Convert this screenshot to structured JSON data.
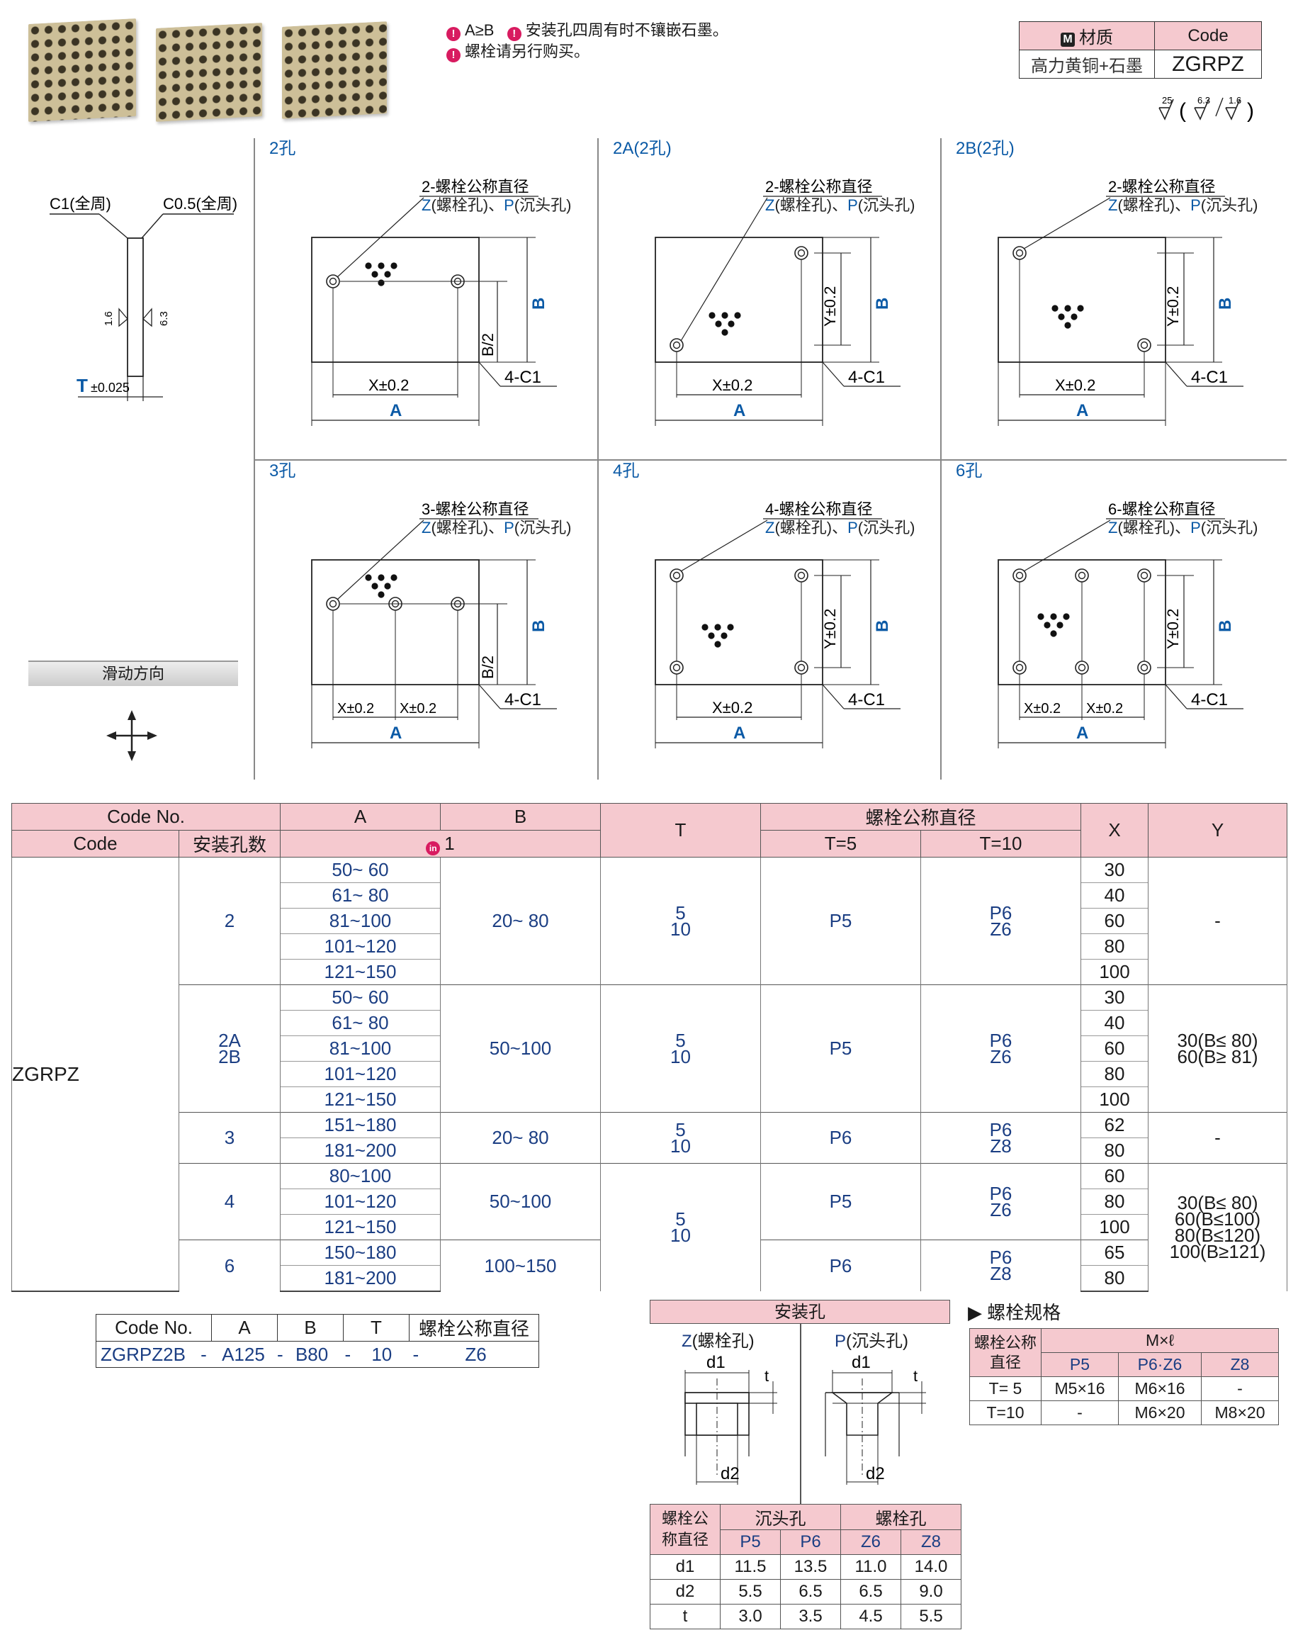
{
  "notes": {
    "line1a": "A≥B",
    "line1b": "安装孔四周有时不镶嵌石墨。",
    "line2": "螺栓请另行购买。"
  },
  "material": {
    "h_label": "材质",
    "h_code": "Code",
    "material": "高力黄铜+石墨",
    "code": "ZGRPZ"
  },
  "surface": {
    "main": "25",
    "a": "6.3",
    "b": "1.6"
  },
  "side_view": {
    "c1": "C1(全周)",
    "c05": "C0.5(全周)",
    "r16": "1.6",
    "r63": "6.3",
    "t_letter": "T",
    "t_tol": "±0.025",
    "slide": "滑动方向"
  },
  "views": [
    {
      "title": "2孔",
      "l1": "2-螺栓公称直径"
    },
    {
      "title": "2A(2孔)",
      "l1": "2-螺栓公称直径"
    },
    {
      "title": "2B(2孔)",
      "l1": "2-螺栓公称直径"
    },
    {
      "title": "3孔",
      "l1": "3-螺栓公称直径"
    },
    {
      "title": "4孔",
      "l1": "4-螺栓公称直径"
    },
    {
      "title": "6孔",
      "l1": "6-螺栓公称直径"
    }
  ],
  "dim_labels": {
    "z": "Z",
    "z_rest": "(螺栓孔)、",
    "p": "P",
    "p_rest": "(沉头孔)",
    "c1": "4-C1",
    "x": "X±0.2",
    "y": "Y±0.2",
    "a": "A",
    "b": "B",
    "b2": "B/2"
  },
  "main_table": {
    "h_codeno": "Code No.",
    "h_a": "A",
    "h_b": "B",
    "h_t": "T",
    "h_bolt": "螺栓公称直径",
    "h_x": "X",
    "h_y": "Y",
    "h_code": "Code",
    "h_holes": "安装孔数",
    "h_unit": "1",
    "h_t5": "T=5",
    "h_t10": "T=10",
    "code": "ZGRPZ",
    "groups": [
      {
        "holes": [
          "2"
        ],
        "a": [
          "50~ 60",
          "61~ 80",
          "81~100",
          "101~120",
          "121~150"
        ],
        "b": "20~ 80",
        "t": [
          "5",
          "10"
        ],
        "t5": "P5",
        "t10": [
          "P6",
          "Z6"
        ],
        "x": [
          "30",
          "40",
          "60",
          "80",
          "100"
        ],
        "y": [
          "-"
        ]
      },
      {
        "holes": [
          "2A",
          "2B"
        ],
        "a": [
          "50~ 60",
          "61~ 80",
          "81~100",
          "101~120",
          "121~150"
        ],
        "b": "50~100",
        "t": [
          "5",
          "10"
        ],
        "t5": "P5",
        "t10": [
          "P6",
          "Z6"
        ],
        "x": [
          "30",
          "40",
          "60",
          "80",
          "100"
        ],
        "y": [
          "30(B≤ 80)",
          "60(B≥ 81)"
        ]
      },
      {
        "holes": [
          "3"
        ],
        "a": [
          "151~180",
          "181~200"
        ],
        "b": "20~ 80",
        "t": [
          "5",
          "10"
        ],
        "t5": "P6",
        "t10": [
          "P6",
          "Z8"
        ],
        "x": [
          "62",
          "80"
        ],
        "y": [
          "-"
        ]
      },
      {
        "holes": [
          "4"
        ],
        "a": [
          "80~100",
          "101~120",
          "121~150"
        ],
        "b": "50~100",
        "t5": "P5",
        "t10": [
          "P6",
          "Z6"
        ],
        "x": [
          "60",
          "80",
          "100"
        ]
      },
      {
        "holes": [
          "6"
        ],
        "a": [
          "150~180",
          "181~200"
        ],
        "b": "100~150",
        "t5": "P6",
        "t10": [
          "P6",
          "Z8"
        ],
        "x": [
          "65",
          "80"
        ]
      }
    ],
    "t_46": [
      "5",
      "10"
    ],
    "y_46": [
      "30(B≤ 80)",
      "60(B≤100)",
      "80(B≤120)",
      "100(B≥121)"
    ]
  },
  "order": {
    "headers": [
      "Code No.",
      "A",
      "B",
      "T",
      "螺栓公称直径"
    ],
    "values": [
      "ZGRPZ2B",
      "-",
      "A125",
      "-",
      "B80",
      "-",
      "10",
      "-",
      "Z6"
    ]
  },
  "holes_spec": {
    "title": "安装孔",
    "z": "Z",
    "z_rest": "(螺栓孔)",
    "p": "P",
    "p_rest": "(沉头孔)",
    "d1": "d1",
    "d2": "d2",
    "t": "t",
    "h_size": "螺栓公称直径",
    "h_counter": "沉头孔",
    "h_bolt": "螺栓孔",
    "cols": [
      "P5",
      "P6",
      "Z6",
      "Z8"
    ],
    "rows": [
      {
        "name": "d1",
        "v": [
          "11.5",
          "13.5",
          "11.0",
          "14.0"
        ]
      },
      {
        "name": "d2",
        "v": [
          "5.5",
          "6.5",
          "6.5",
          "9.0"
        ]
      },
      {
        "name": "t",
        "v": [
          "3.0",
          "3.5",
          "4.5",
          "5.5"
        ]
      }
    ]
  },
  "bolt_spec": {
    "title": "螺栓规格",
    "h_size": "螺栓公称直径",
    "h_m": "M×ℓ",
    "cols": [
      "P5",
      "P6·Z6",
      "Z8"
    ],
    "rows": [
      {
        "t": "T= 5",
        "v": [
          "M5×16",
          "M6×16",
          "-"
        ]
      },
      {
        "t": "T=10",
        "v": [
          "-",
          "M6×20",
          "M8×20"
        ]
      }
    ]
  }
}
